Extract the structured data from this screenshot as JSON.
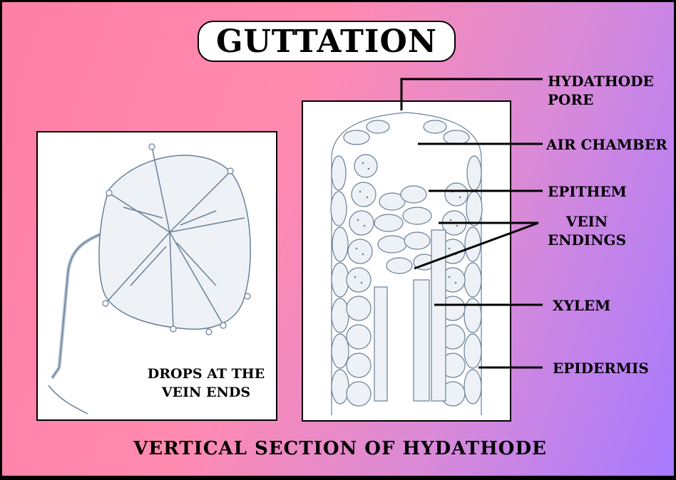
{
  "title": "GUTTATION",
  "leaf_panel": {
    "caption": "DROPS AT THE\nVEIN ENDS"
  },
  "labels": {
    "hydathode_pore": "HYDATHODE\nPORE",
    "air_chamber": "AIR CHAMBER",
    "epithem": "EPITHEM",
    "vein_endings": "VEIN\nENDINGS",
    "xylem": "XYLEM",
    "epidermis": "EPIDERMIS"
  },
  "caption": "VERTICAL SECTION OF HYDATHODE",
  "colors": {
    "background_start": "#ff7fa6",
    "background_end": "#a77aff",
    "line": "#000000",
    "sketch": "#6a7f96"
  }
}
